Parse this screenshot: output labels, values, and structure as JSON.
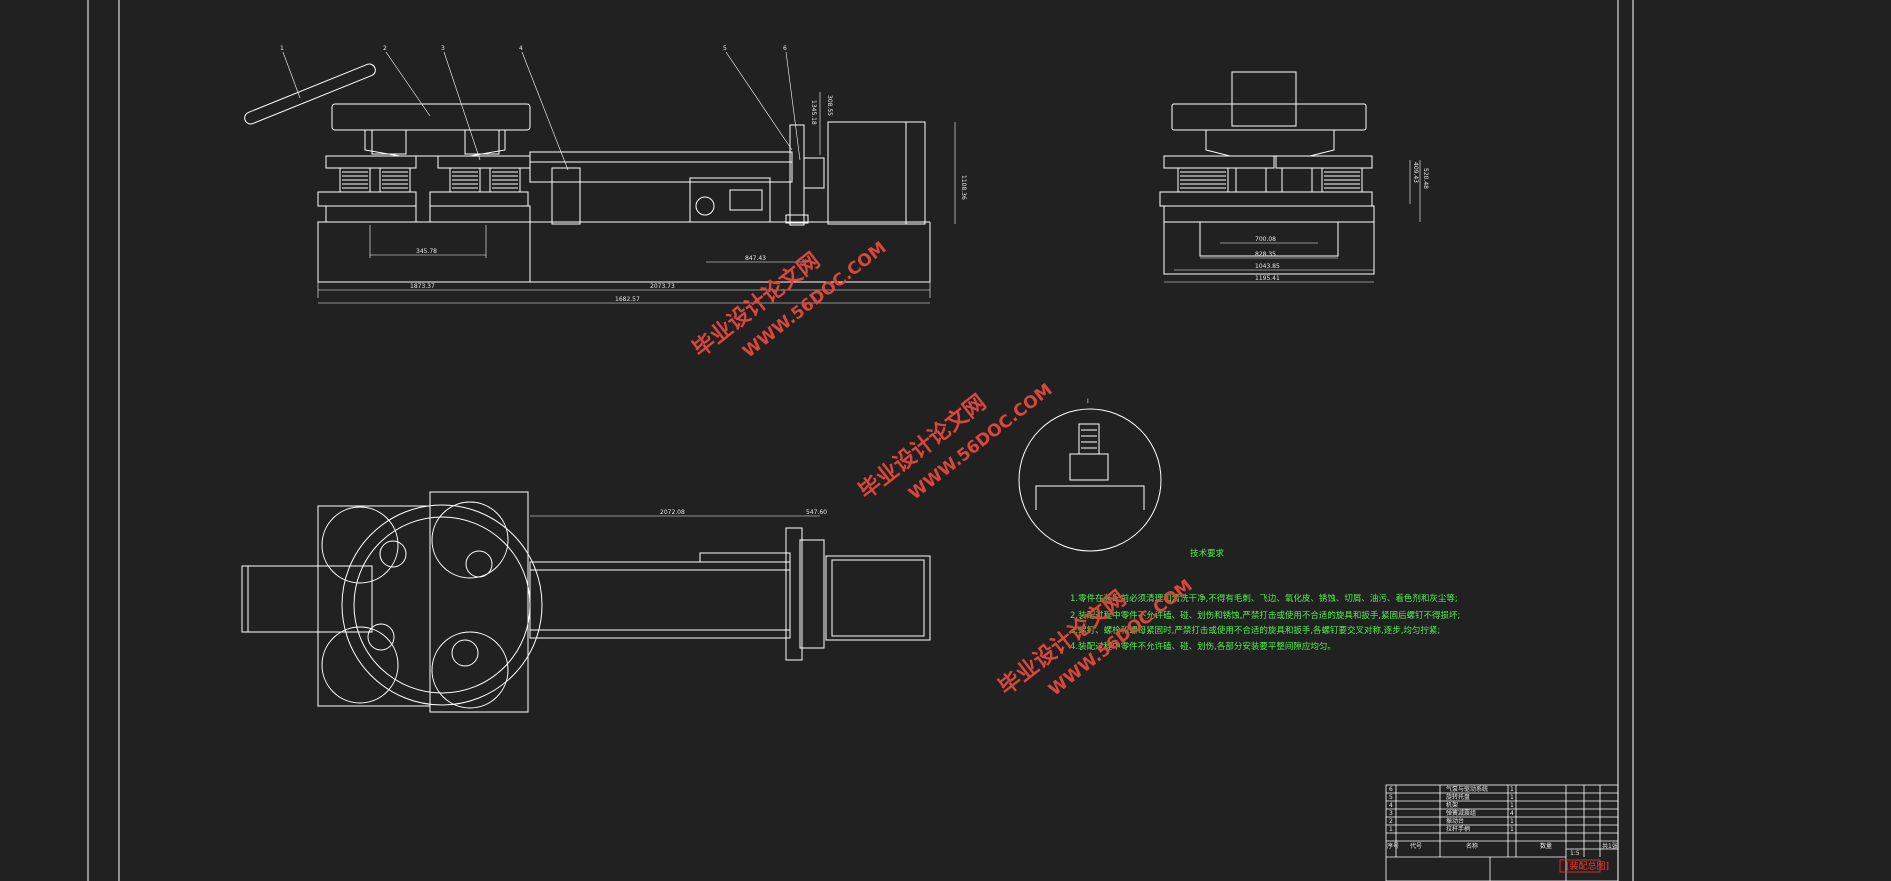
{
  "colors": {
    "background": "#212121",
    "line": "#ffffff",
    "notes": "#4ff04f",
    "watermark": "#d9473c",
    "stamp": "#ff3030"
  },
  "views": {
    "front": {
      "balloons": [
        "1",
        "2",
        "3",
        "4",
        "5",
        "6"
      ],
      "dims": [
        "345.78",
        "847.43",
        "1873.37",
        "2073.73",
        "1682.57"
      ],
      "vertical_dims": [
        "1108.36",
        "308.55",
        "1345.18"
      ]
    },
    "side": {
      "dims": [
        "700.08",
        "828.35",
        "1043.85",
        "1195.41"
      ],
      "vertical_dims": [
        "409.43",
        "520.48"
      ]
    },
    "top": {
      "dims": [
        "2072.08",
        "547.60"
      ]
    },
    "detail": {
      "label": "I"
    }
  },
  "notes": {
    "title": "技术要求",
    "lines": [
      "1.零件在装配前必须清理和清洗干净,不得有毛刺、飞边、氧化皮、锈蚀、切屑、油污、着色剂和灰尘等;",
      "2.装配过程中零件不允许磕、碰、划伤和锈蚀,严禁打击或使用不合适的旋具和扳手,紧固后螺钉不得损坏;",
      "3.螺钉、螺栓和螺母紧固时,严禁打击或使用不合适的旋具和扳手,各螺钉要交叉对称,逐步,均匀拧紧;",
      "4.装配过程中零件不允许磕、碰、划伤,各部分安装要平整间隙应均匀。"
    ]
  },
  "watermarks": [
    {
      "cn": "毕业设计论文网",
      "url": "WWW.56DOC.COM"
    },
    {
      "cn": "毕业设计论文网",
      "url": "WWW.56DOC.COM"
    },
    {
      "cn": "毕业设计论文网",
      "url": "WWW.56DOC.COM"
    }
  ],
  "title_block": {
    "rows": [
      {
        "no": "6",
        "name": "气泵与驱动系统",
        "qty": "1"
      },
      {
        "no": "5",
        "name": "旋转托盘",
        "qty": "1"
      },
      {
        "no": "4",
        "name": "机架",
        "qty": "1"
      },
      {
        "no": "3",
        "name": "弹簧减震组",
        "qty": "4"
      },
      {
        "no": "2",
        "name": "振动台",
        "qty": "1"
      },
      {
        "no": "1",
        "name": "拉杆手柄",
        "qty": "1"
      }
    ],
    "header": {
      "no": "序号",
      "code": "代号",
      "name": "名称",
      "qty": "数量"
    },
    "scale": "1:5",
    "sheet": "共1张",
    "stamp": "[装配总图]"
  }
}
